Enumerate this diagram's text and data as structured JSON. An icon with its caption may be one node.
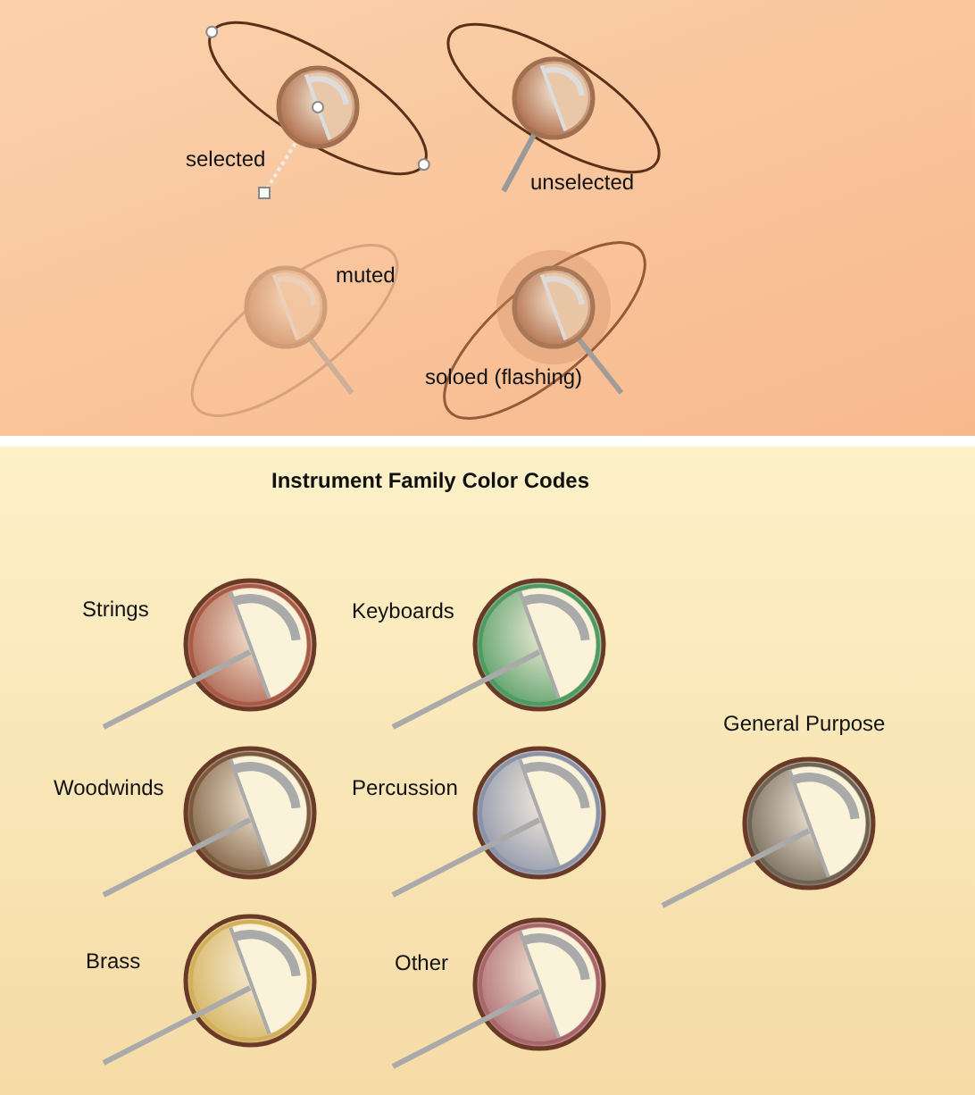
{
  "diagram": {
    "title": "Instrument Family Color Codes",
    "labels": [
      "selected",
      "unselected",
      "muted",
      "soloed (flashing)"
    ],
    "legend": [
      {
        "text": "Strings",
        "color": "#a85a44"
      },
      {
        "text": "Keyboards",
        "color": "#4f9a62"
      },
      {
        "text": "General Purpose",
        "color": "#6e6252"
      },
      {
        "text": "Woodwinds",
        "color": "#7a5a3c"
      },
      {
        "text": "Percussion",
        "color": "#8a92a8"
      },
      {
        "text": "Brass",
        "color": "#d2b05a"
      },
      {
        "text": "Other",
        "color": "#a8666a"
      }
    ]
  }
}
